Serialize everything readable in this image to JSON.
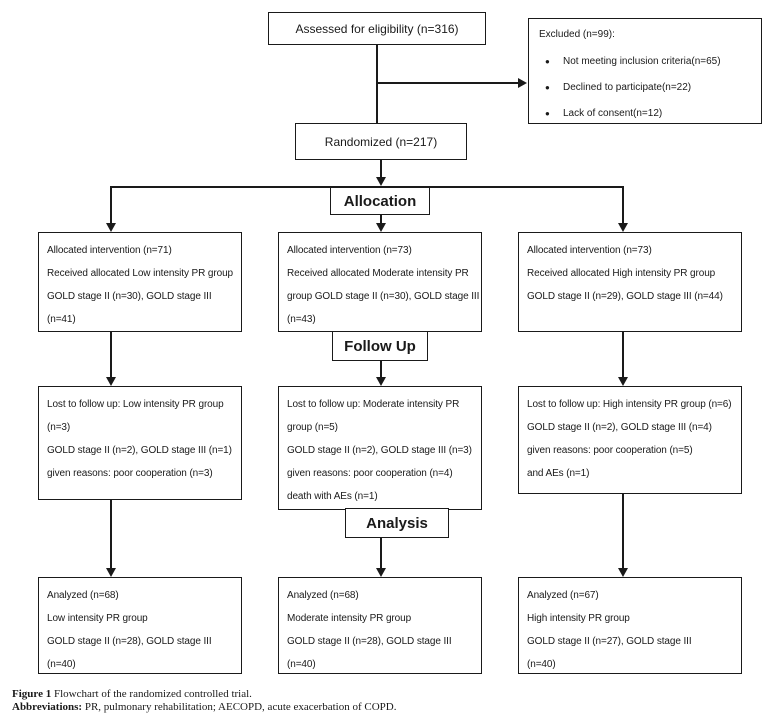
{
  "flowchart": {
    "colors": {
      "line": "#1a1a1a",
      "background": "#ffffff"
    },
    "assessed": {
      "text": "Assessed for eligibility (n=316)"
    },
    "excluded": {
      "title": "Excluded (n=99):",
      "bullet": "●",
      "items": [
        "Not meeting inclusion criteria(n=65)",
        "Declined to participate(n=22)",
        "Lack of consent(n=12)"
      ]
    },
    "randomized": {
      "text": "Randomized (n=217)"
    },
    "stage_labels": {
      "allocation": "Allocation",
      "follow_up": "Follow Up",
      "analysis": "Analysis"
    },
    "allocation_boxes": [
      {
        "lines": [
          "Allocated intervention (n=71)",
          "Received allocated Low intensity PR group",
          "GOLD stage II (n=30), GOLD stage III",
          "(n=41)"
        ]
      },
      {
        "lines": [
          "Allocated intervention (n=73)",
          "Received allocated Moderate intensity PR",
          "group GOLD stage II (n=30), GOLD stage III",
          "(n=43)"
        ]
      },
      {
        "lines": [
          "Allocated intervention (n=73)",
          "Received allocated High intensity PR group",
          "GOLD stage II (n=29), GOLD stage III (n=44)"
        ]
      }
    ],
    "followup_boxes": [
      {
        "lines": [
          "Lost to follow up: Low intensity PR group",
          "(n=3)",
          "GOLD stage II (n=2), GOLD stage III (n=1)",
          "given reasons: poor cooperation (n=3)"
        ]
      },
      {
        "lines": [
          "Lost to follow up: Moderate intensity PR",
          "group (n=5)",
          "GOLD stage II (n=2), GOLD stage III (n=3)",
          "given reasons: poor cooperation (n=4)",
          "death with AEs (n=1)"
        ]
      },
      {
        "lines": [
          "Lost to follow up: High intensity PR group (n=6)",
          "GOLD stage II (n=2), GOLD stage III (n=4)",
          "given reasons: poor cooperation (n=5)",
          "and AEs (n=1)"
        ]
      }
    ],
    "analysis_boxes": [
      {
        "lines": [
          "Analyzed (n=68)",
          "Low intensity PR group",
          "GOLD stage II (n=28), GOLD stage III",
          "(n=40)"
        ]
      },
      {
        "lines": [
          "Analyzed (n=68)",
          "Moderate intensity PR group",
          "GOLD stage II (n=28), GOLD stage III",
          "(n=40)"
        ]
      },
      {
        "lines": [
          "Analyzed (n=67)",
          "High intensity PR group",
          "GOLD stage II (n=27), GOLD stage III",
          "(n=40)"
        ]
      }
    ],
    "caption": {
      "figure_label": "Figure 1",
      "figure_text": " Flowchart of the randomized controlled trial.",
      "abbrev_label": "Abbreviations:",
      "abbrev_text": " PR, pulmonary rehabilitation; AECOPD, acute exacerbation of COPD."
    }
  }
}
